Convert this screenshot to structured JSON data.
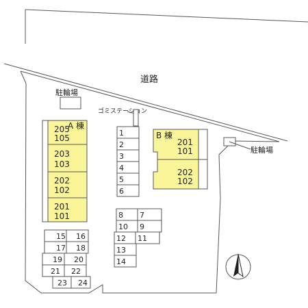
{
  "road": {
    "label": "道路"
  },
  "bicycle_parking": [
    {
      "label": "駐輪場"
    },
    {
      "label": "駐輪場"
    }
  ],
  "garbage_station": {
    "label": "ゴミステーション"
  },
  "colors": {
    "building_fill": "#fbf59a",
    "line": "#555555",
    "background": "#ffffff"
  },
  "building_a": {
    "label": "A 棟",
    "units": [
      [
        "205",
        "105"
      ],
      [
        "203",
        "103"
      ],
      [
        "202",
        "102"
      ],
      [
        "201",
        "101"
      ]
    ]
  },
  "building_b": {
    "label": "B 棟",
    "units": [
      [
        "201",
        "101"
      ],
      [
        "202",
        "102"
      ]
    ]
  },
  "parking_center": [
    "1",
    "2",
    "3",
    "4",
    "5",
    "6"
  ],
  "parking_middle": [
    [
      "8",
      "7"
    ],
    [
      "10",
      "9"
    ],
    [
      "12",
      "11"
    ],
    [
      "13"
    ],
    [
      "14"
    ]
  ],
  "parking_left": [
    [
      "15",
      "16"
    ],
    [
      "17",
      "18"
    ],
    [
      "19",
      "20"
    ],
    [
      "21",
      "22"
    ],
    [
      "23",
      "24"
    ]
  ],
  "compass": {
    "icon": "north-arrow-icon"
  }
}
